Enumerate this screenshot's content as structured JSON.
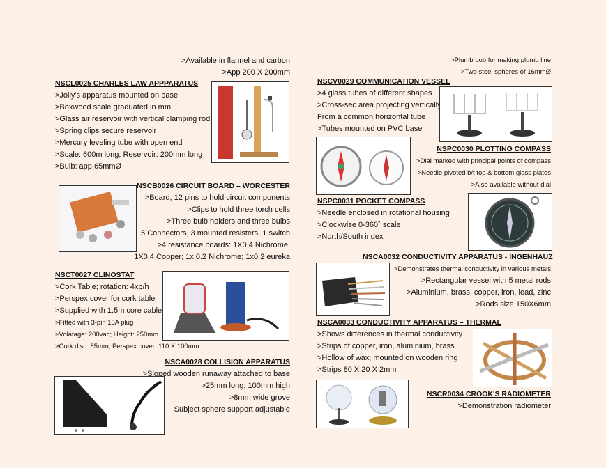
{
  "top_left": [
    ">Available in flannel and carbon",
    ">App 200 X 200mm"
  ],
  "top_right": [
    ">Plumb bob for making plumb line",
    ">Two steel spheres of 16mmØ"
  ],
  "products": {
    "nscl0025": {
      "title": "NSCL0025 CHARLES LAW APPPARATUS",
      "lines": [
        ">Jolly's apparatus mounted on base",
        ">Boxwood scale graduated in mm",
        ">Glass air reservoir with vertical clamping rod",
        ">Spring clips secure reservoir",
        ">Mercury leveling tube with open end",
        ">Scale: 600m long; Reservoir: 200mm long",
        ">Bulb: app 65mmØ"
      ]
    },
    "nscb0026": {
      "title": "NSCB0026 CIRCUIT BOARD – WORCESTER",
      "lines": [
        ">Board, 12 pins to hold circuit components",
        ">Clips to hold three torch cells",
        ">Three bulb holders and three bulbs",
        "5 Connectors, 3 mounted resisters, 1 switch",
        ">4 resistance boards: 1X0.4 Nichrome,",
        "1X0.4 Copper; 1x 0.2 Nichrome; 1x0.2 eureka"
      ]
    },
    "nsct0027": {
      "title": "NSCT0027 CLINOSTAT",
      "lines": [
        ">Cork Table; rotation: 4xp/h",
        ">Perspex cover for cork table",
        ">Supplied with 1.5m core cable"
      ],
      "small_lines": [
        ">Fitted with 3-pin 15A plug",
        ">Volatage: 200vac; Height: 250mm",
        ">Cork disc: 85mm; Perspex cover: 110 X 100mm"
      ]
    },
    "nsca0028": {
      "title": "NSCA0028 COLLISION APPARATUS",
      "lines": [
        ">Sloped wooden runaway attached to base",
        ">25mm long; 100mm high",
        ">8mm wide grove",
        "Subject sphere support adjustable"
      ]
    },
    "nscv0029": {
      "title": "NSCV0029 COMMUNICATION VESSEL",
      "lines": [
        ">4 glass tubes of different shapes",
        ">Cross-sec area projecting vertically",
        "From a common horizontal tube",
        ">Tubes mounted on PVC base"
      ]
    },
    "nspc0030": {
      "title": "NSPC0030 PLOTTING COMPASS",
      "lines": [
        ">Dial marked with principal points of compass",
        ">Needle pivoted b/t top & bottom glass plates",
        ">Also available without dial"
      ]
    },
    "nspc0031": {
      "title": "NSPC0031 POCKET COMPASS",
      "lines": [
        ">Needle enclosed in rotational housing",
        ">Clockwise 0-360˚ scale",
        ">North/South index"
      ]
    },
    "nsca0032": {
      "title": "NSCA0032 CONDUCTIVITY APPARATUS - INGENHAUZ",
      "lines": [
        ">Demonstrates thermal conductivity in various metals",
        ">Rectangular vessel with 5 metal rods",
        ">Aluminium, brass, copper, iron, lead, zinc",
        ">Rods size 150X6mm"
      ]
    },
    "nsca0033": {
      "title": "NSCA0033 CONDUCTIVITY APPARATUS – THERMAL",
      "lines": [
        ">Shows differences in thermal conductivity",
        ">Strips of copper, iron, aluminium, brass",
        ">Hollow of wax; mounted on wooden ring",
        ">Strips 80 X 20 X 2mm"
      ]
    },
    "nscr0034": {
      "title": "NSCR0034 CROOK'S RADIOMETER",
      "lines": [
        ">Demonstration radiometer"
      ]
    }
  }
}
